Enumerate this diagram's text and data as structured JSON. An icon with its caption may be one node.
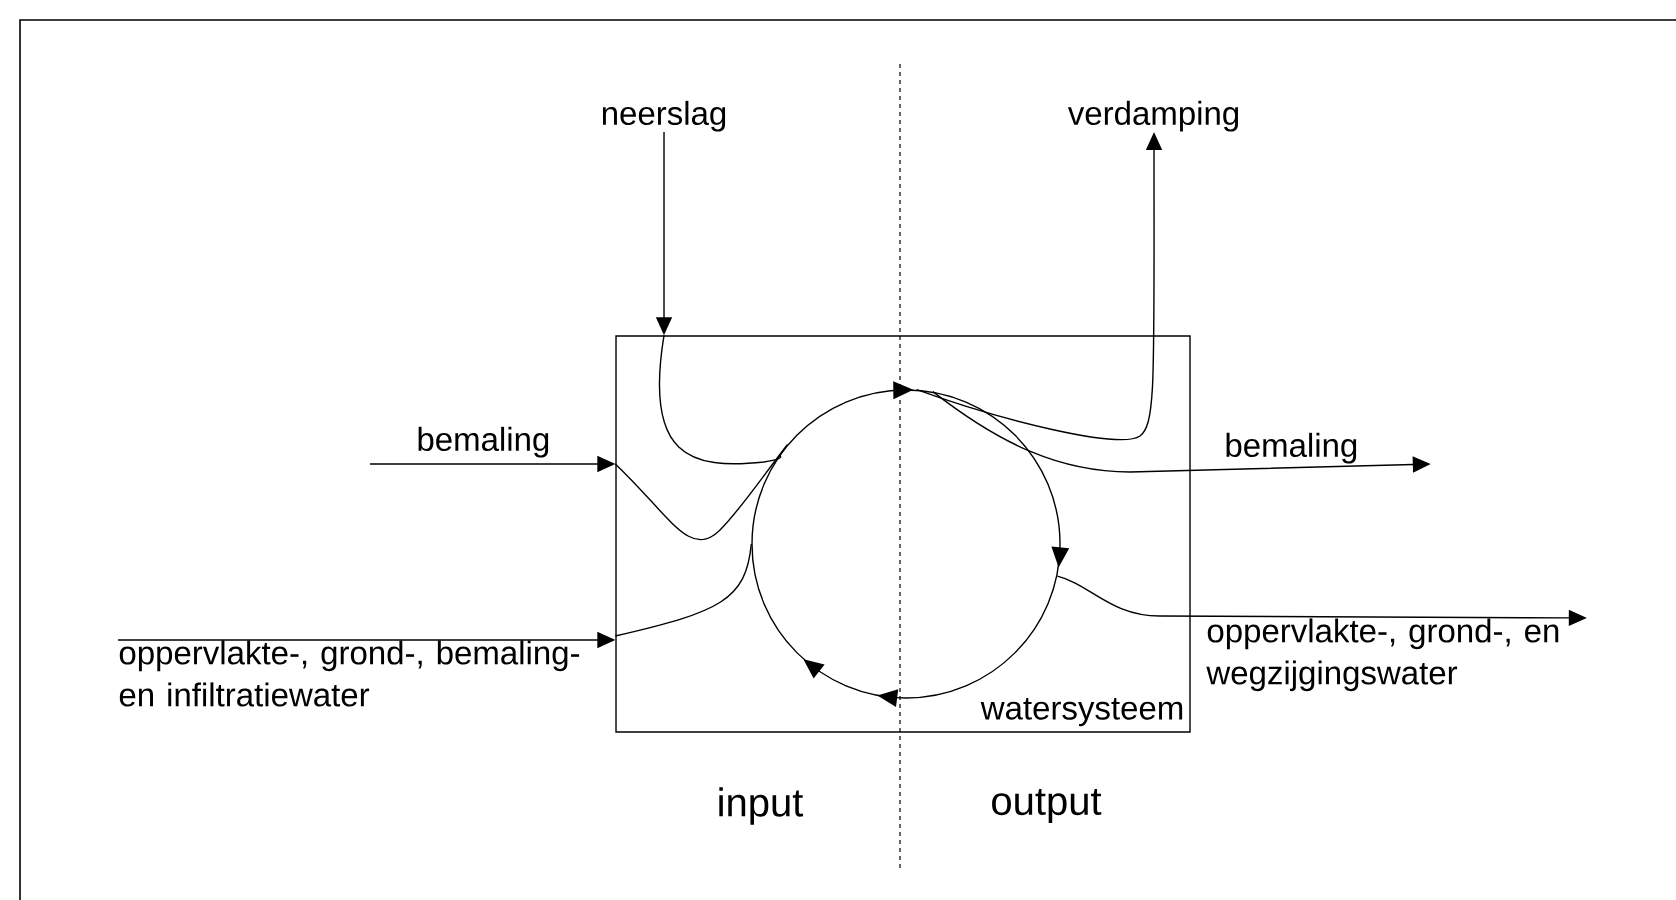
{
  "diagram": {
    "nodes": [
      {
        "text": [
          "watersysteem"
        ]
      },
      {
        "text": [
          "neerslag"
        ]
      },
      {
        "text": [
          "verdamping"
        ]
      },
      {
        "text": [
          "bemaling"
        ]
      },
      {
        "text": [
          "bemaling"
        ]
      },
      {
        "text": [
          "oppervlakte-, grond-, bemaling- en infiltratiewater"
        ]
      },
      {
        "text": [
          "oppervlakte-, grond-, en wegzijgingswater"
        ]
      },
      {
        "text": [],
        "shape": "circle",
        "in": 0
      }
    ],
    "edges": [
      {
        "from": 1,
        "to": 0,
        "arrow": "to"
      },
      {
        "from": 3,
        "to": 0,
        "arrow": "to"
      },
      {
        "from": 5,
        "to": 0,
        "arrow": "to"
      },
      {
        "from": 0,
        "to": 7,
        "arrow": "none"
      },
      {
        "from": 0,
        "to": 7,
        "arrow": "none"
      },
      {
        "from": 0,
        "to": 7,
        "arrow": "none"
      },
      {
        "from": 7,
        "to": 2,
        "arrow": "to"
      },
      {
        "from": 7,
        "to": 4,
        "arrow": "to"
      },
      {
        "from": 7,
        "to": 6,
        "arrow": "to"
      }
    ],
    "labels": [
      "input",
      "output"
    ]
  }
}
